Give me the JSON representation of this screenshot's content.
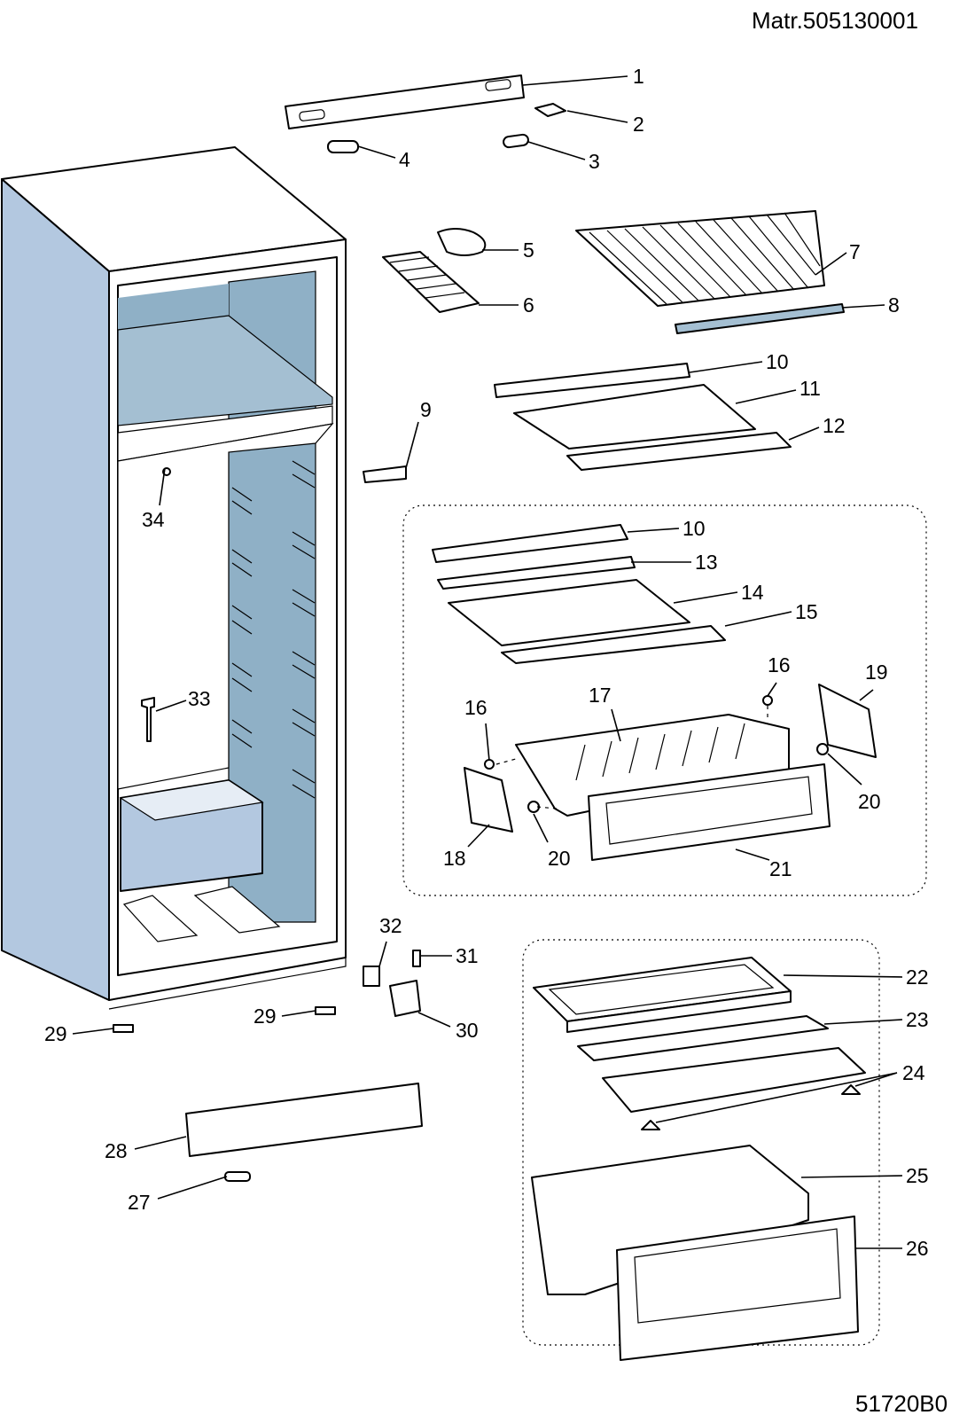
{
  "header": {
    "matr": "Matr.505130001"
  },
  "footer": {
    "code": "51720B0"
  },
  "callouts": [
    {
      "id": "c1",
      "label": "1"
    },
    {
      "id": "c2",
      "label": "2"
    },
    {
      "id": "c3",
      "label": "3"
    },
    {
      "id": "c4",
      "label": "4"
    },
    {
      "id": "c5",
      "label": "5"
    },
    {
      "id": "c6",
      "label": "6"
    },
    {
      "id": "c7",
      "label": "7"
    },
    {
      "id": "c8",
      "label": "8"
    },
    {
      "id": "c9",
      "label": "9"
    },
    {
      "id": "c10a",
      "label": "10"
    },
    {
      "id": "c11",
      "label": "11"
    },
    {
      "id": "c12",
      "label": "12"
    },
    {
      "id": "c34",
      "label": "34"
    },
    {
      "id": "c10b",
      "label": "10"
    },
    {
      "id": "c13",
      "label": "13"
    },
    {
      "id": "c14",
      "label": "14"
    },
    {
      "id": "c15",
      "label": "15"
    },
    {
      "id": "c16a",
      "label": "16"
    },
    {
      "id": "c19",
      "label": "19"
    },
    {
      "id": "c33",
      "label": "33"
    },
    {
      "id": "c16b",
      "label": "16"
    },
    {
      "id": "c17",
      "label": "17"
    },
    {
      "id": "c20a",
      "label": "20"
    },
    {
      "id": "c18",
      "label": "18"
    },
    {
      "id": "c20b",
      "label": "20"
    },
    {
      "id": "c21",
      "label": "21"
    },
    {
      "id": "c32",
      "label": "32"
    },
    {
      "id": "c31",
      "label": "31"
    },
    {
      "id": "c22",
      "label": "22"
    },
    {
      "id": "c29a",
      "label": "29"
    },
    {
      "id": "c29b",
      "label": "29"
    },
    {
      "id": "c30",
      "label": "30"
    },
    {
      "id": "c23",
      "label": "23"
    },
    {
      "id": "c24",
      "label": "24"
    },
    {
      "id": "c28",
      "label": "28"
    },
    {
      "id": "c25",
      "label": "25"
    },
    {
      "id": "c27",
      "label": "27"
    },
    {
      "id": "c26",
      "label": "26"
    }
  ],
  "colors": {
    "cabinet_side": "#b3c8e0",
    "cabinet_inner_wall": "#8fb0c6",
    "shelf_glass": "#a4bfd2"
  }
}
